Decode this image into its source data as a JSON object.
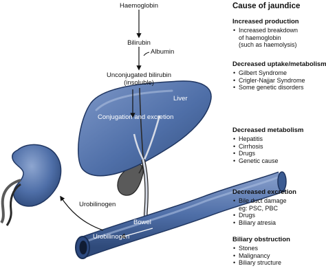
{
  "pathway": {
    "haemoglobin": "Haemoglobin",
    "bilirubin": "Bilirubin",
    "albumin": "Albumin",
    "unconjugated": "Unconjugated bilirubin",
    "insoluble": "(insoluble)",
    "liver": "Liver",
    "conjugation": "Conjugation and excretion",
    "urobilinogen_out": "Urobilinogen",
    "bowel": "Bowel",
    "urobilinogen_bowel": "Urobilinogen"
  },
  "causes": {
    "title": "Cause of jaundice",
    "categories": [
      {
        "title": "Increased production",
        "items": [
          "Increased breakdown\nof haemoglobin\n(such as haemolysis)"
        ]
      },
      {
        "title": "Decreased uptake/metabolism",
        "items": [
          "Gilbert Syndrome",
          "Crigler-Najjar Syndrome",
          "Some genetic disorders"
        ]
      },
      {
        "title": "Decreased metabolism",
        "items": [
          "Hepatitis",
          "Cirrhosis",
          "Drugs",
          "Genetic cause"
        ]
      },
      {
        "title": "Decreased excretion",
        "items": [
          "Bile duct damage\neg: PSC, PBC",
          "Drugs",
          "Biliary atresia"
        ]
      },
      {
        "title": "Biliary obstruction",
        "items": [
          "Stones",
          "Malignancy",
          "Biliary structure"
        ]
      }
    ]
  },
  "colors": {
    "organ_fill": "#4f6fa8",
    "organ_dark": "#2f4a7a",
    "organ_light": "#8ea6d0",
    "gallbladder": "#5a5a5a",
    "duct": "#d6dbe6",
    "ink": "#111111"
  }
}
